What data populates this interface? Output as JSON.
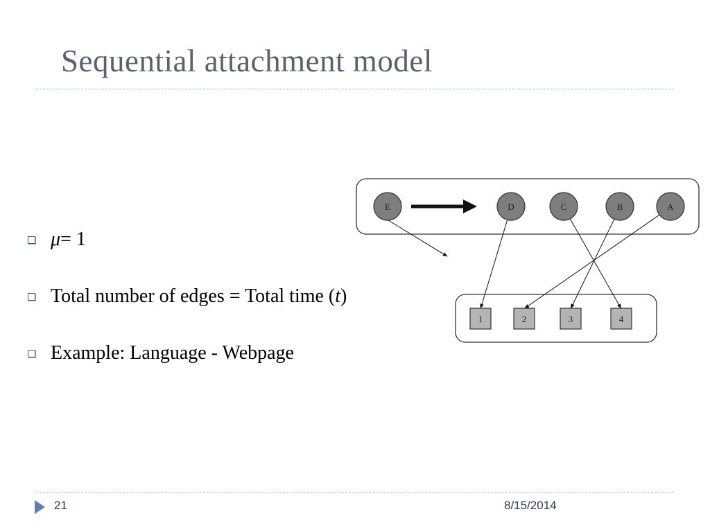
{
  "slide": {
    "title": "Sequential attachment model",
    "page_number": "21",
    "date": "8/15/2014"
  },
  "bullets": [
    {
      "parts": [
        "μ",
        " = 1"
      ]
    },
    {
      "parts": [
        "Total number of edges  = Total time (",
        "t",
        ")"
      ]
    },
    {
      "parts": [
        "Example: Language - Webpage"
      ]
    }
  ],
  "diagram": {
    "top_nodes": [
      "E",
      "D",
      "C",
      "B",
      "A"
    ],
    "bottom_nodes": [
      "1",
      "2",
      "3",
      "4"
    ],
    "edges": [
      {
        "from": "D",
        "to": "1"
      },
      {
        "from": "A",
        "to": "2"
      },
      {
        "from": "B",
        "to": "3"
      },
      {
        "from": "C",
        "to": "4"
      }
    ],
    "colors": {
      "circle_fill": "#7e7e7e",
      "square_fill": "#b4b4b4",
      "container_stroke": "#333333",
      "title_color": "#5a6272",
      "bullet_box": "#4a5a78",
      "footer_arrow": "#5f7fb3",
      "rule": "#a9b4c6"
    }
  }
}
